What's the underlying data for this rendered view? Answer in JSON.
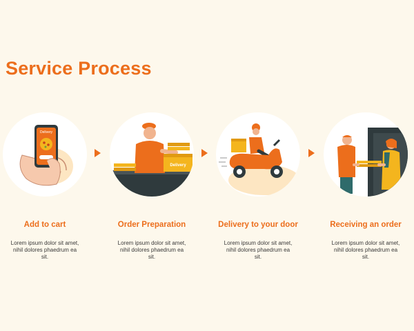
{
  "page": {
    "title": "Service Process"
  },
  "steps": [
    {
      "title": "Add to cart",
      "desc": "Lorem ipsum dolor sit amet, nihil dolores phaedrum ea sit.",
      "screen_label": "Delivery"
    },
    {
      "title": "Order Preparation",
      "desc": "Lorem ipsum dolor sit amet, nihil dolores phaedrum ea sit.",
      "box_label": "Delivery"
    },
    {
      "title": "Delivery to your door",
      "desc": "Lorem ipsum dolor sit amet, nihil dolores phaedrum ea sit."
    },
    {
      "title": "Receiving an order",
      "desc": "Lorem ipsum dolor sit amet, nihil dolores phaedrum ea sit."
    }
  ],
  "colors": {
    "accent": "#ec6e1c",
    "background": "#fdf8ec",
    "dark": "#2f3a3d",
    "yellow": "#f4b51e"
  },
  "icons": [
    "phone-order-icon",
    "chef-preparing-icon",
    "scooter-courier-icon",
    "handover-icon",
    "arrow-right-icon"
  ]
}
